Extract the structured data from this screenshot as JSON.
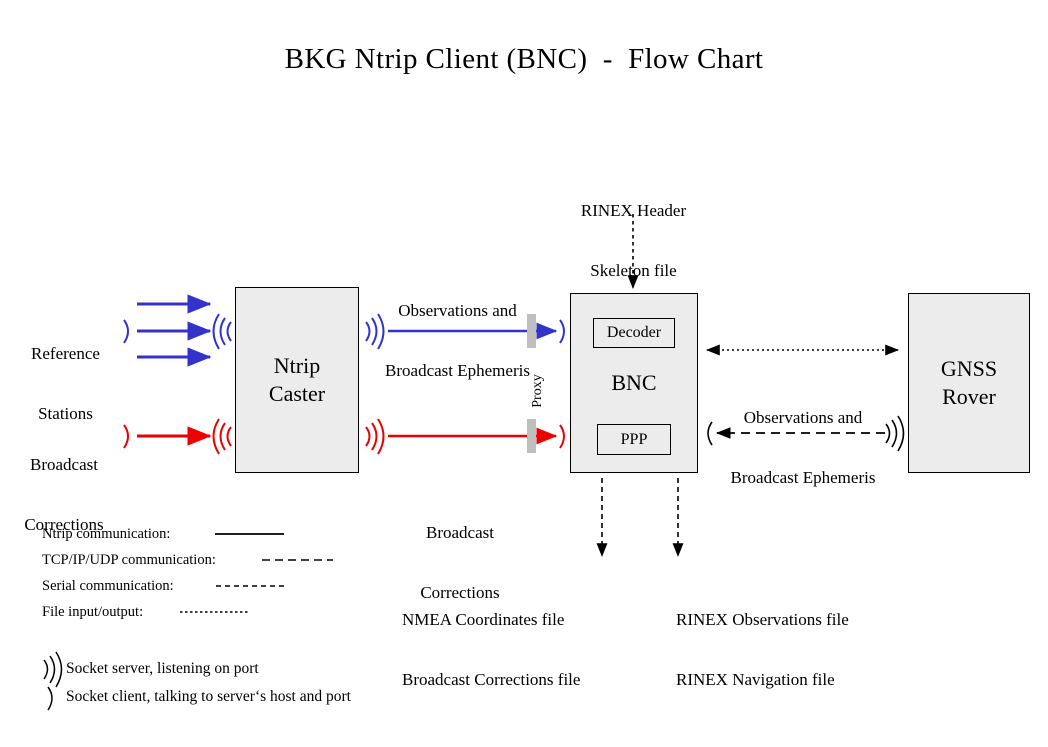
{
  "title": "BKG Ntrip Client (BNC)  -  Flow Chart",
  "colors": {
    "ntrip_blue": "#3333cc",
    "corrections_red": "#ee0000",
    "box_fill": "#ececec",
    "box_border": "#000000",
    "proxy_bar": "#bfbfbf",
    "background": "#ffffff"
  },
  "nodes": {
    "ntrip_caster": {
      "line1": "Ntrip",
      "line2": "Caster"
    },
    "bnc": {
      "title": "BNC",
      "decoder": "Decoder",
      "ppp": "PPP"
    },
    "gnss_rover": {
      "line1": "GNSS",
      "line2": "Rover"
    }
  },
  "labels": {
    "reference_stations": {
      "line1": "Reference",
      "line2": "Stations"
    },
    "broadcast_corrections_in": {
      "line1": "Broadcast",
      "line2": "Corrections"
    },
    "observations_ephemeris_left": {
      "line1": "Observations and",
      "line2": "Broadcast Ephemeris"
    },
    "broadcast_corrections_mid": {
      "line1": "Broadcast",
      "line2": "Corrections"
    },
    "rinex_header_skeleton": {
      "line1": "RINEX Header",
      "line2": "Skeleton file"
    },
    "observations_ephemeris_right": {
      "line1": "Observations and",
      "line2": "Broadcast Ephemeris"
    },
    "nmea_outputs": {
      "line1": "NMEA Coordinates file",
      "line2": "Broadcast Corrections file"
    },
    "rinex_outputs": {
      "line1": "RINEX Observations file",
      "line2": "RINEX Navigation file"
    },
    "proxy": "Proxy"
  },
  "legend": {
    "lines": [
      {
        "label": "Ntrip communication:",
        "style": "solid"
      },
      {
        "label": "TCP/IP/UDP communication:",
        "style": "dashed-long"
      },
      {
        "label": "Serial communication:",
        "style": "dash-dot"
      },
      {
        "label": "File input/output:",
        "style": "dotted-fine"
      }
    ],
    "sockets": [
      {
        "icon": "socket-server-icon",
        "label": "Socket server, listening on port"
      },
      {
        "icon": "socket-client-icon",
        "label": "Socket client, talking to server‘s host and port"
      }
    ]
  }
}
